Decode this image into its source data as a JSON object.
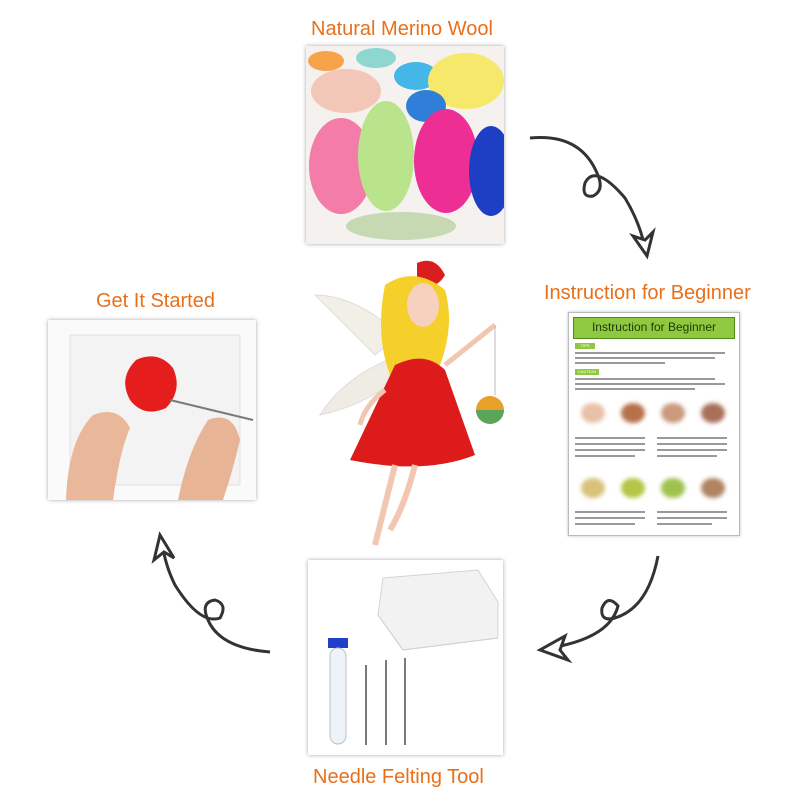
{
  "labels": {
    "top": "Natural Merino Wool",
    "right": "Instruction for Beginner",
    "bottom": "Needle Felting Tool",
    "left": "Get It Started"
  },
  "sheet": {
    "title": "Instruction for Beginner",
    "tag1": "TIPS",
    "tag2": "CAUTION"
  },
  "colors": {
    "label": "#e8701a",
    "sheet_header": "#8fc93f",
    "arrow": "#333333"
  }
}
